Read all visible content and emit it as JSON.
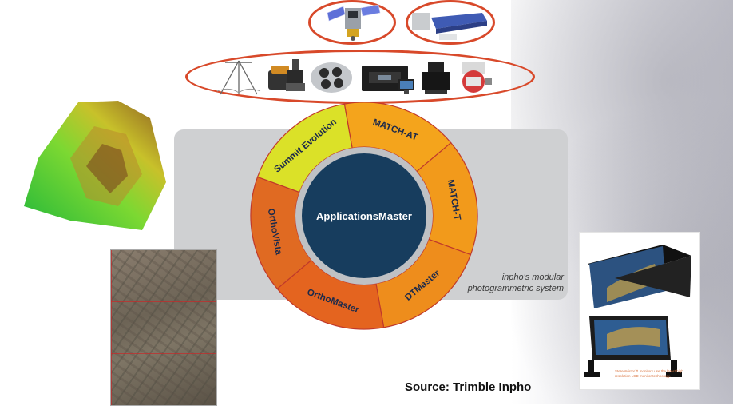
{
  "diagram": {
    "center_label": "ApplicationsMaster",
    "modules": [
      {
        "label": "MATCH-AT",
        "color": "#f4a41c"
      },
      {
        "label": "MATCH-T",
        "color": "#f29a1b"
      },
      {
        "label": "DTMaster",
        "color": "#ee8d1c"
      },
      {
        "label": "OrthoMaster",
        "color": "#e4641f"
      },
      {
        "label": "OrthoVista",
        "color": "#e06a22"
      },
      {
        "label": "Summit Evolution",
        "color": "#dbe128"
      }
    ],
    "caption_line1": "inpho's modular",
    "caption_line2": "photogrammetric system",
    "center_color": "#173d5e",
    "oval_color": "#d8492a"
  },
  "stereo_display": {
    "note": "StereoMirror™ monitors use the latest high resolution LCD monitor technology."
  },
  "source": "Source: Trimble Inpho"
}
